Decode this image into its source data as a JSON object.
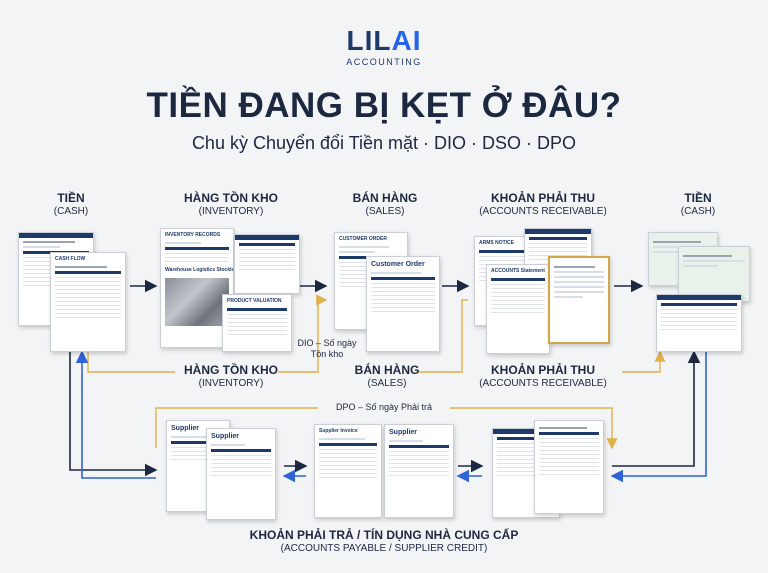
{
  "brand": {
    "name_part1": "LIL",
    "name_part2": "AI",
    "tagline": "ACCOUNTING"
  },
  "title": "TIỀN ĐANG BỊ KẸT Ở ĐÂU?",
  "subtitle": "Chu kỳ Chuyển đổi Tiền mặt · DIO · DSO · DPO",
  "stages_top": [
    {
      "vi": "TIỀN",
      "en": "(CASH)"
    },
    {
      "vi": "HÀNG TỒN KHO",
      "en": "(INVENTORY)"
    },
    {
      "vi": "BÁN HÀNG",
      "en": "(SALES)"
    },
    {
      "vi": "KHOẢN PHẢI THU",
      "en": "(ACCOUNTS RECEIVABLE)"
    },
    {
      "vi": "TIỀN",
      "en": "(CASH)"
    }
  ],
  "stages_mid": [
    {
      "vi": "HÀNG TỒN KHO",
      "en": "(INVENTORY)"
    },
    {
      "vi": "BÁN HÀNG",
      "en": "(SALES)"
    },
    {
      "vi": "KHOẢN PHẢI THU",
      "en": "(ACCOUNTS RECEIVABLE)"
    }
  ],
  "dio_label_line1": "DIO – Số ngày",
  "dio_label_line2": "Tồn kho",
  "dpo_label": "DPO – Số ngày Phải trả",
  "bottom_stage": {
    "vi": "KHOẢN PHẢI TRẢ / TÍN DỤNG NHÀ CUNG CẤP",
    "en": "(ACCOUNTS PAYABLE / SUPPLIER CREDIT)"
  },
  "doc_titles": {
    "cash_flow": "CASH FLOW",
    "inventory": "INVENTORY RECORDS",
    "warehouse": "Warehouse Logistics Stocklevels",
    "product_valuation": "PRODUCT VALUATION",
    "customer_order": "CUSTOMER ORDER",
    "customer_order_big": "Customer Order",
    "ar_notice": "ARMS NOTICE",
    "ar_big": "ACCOUNTS Statement",
    "supplier": "Supplier",
    "supplier_invoice": "Supplier Invoice"
  },
  "colors": {
    "navy": "#1e3a6b",
    "gold_arrow": "#e0b04a",
    "blue_arrow": "#2f63d6",
    "dark_arrow": "#1c2740"
  }
}
